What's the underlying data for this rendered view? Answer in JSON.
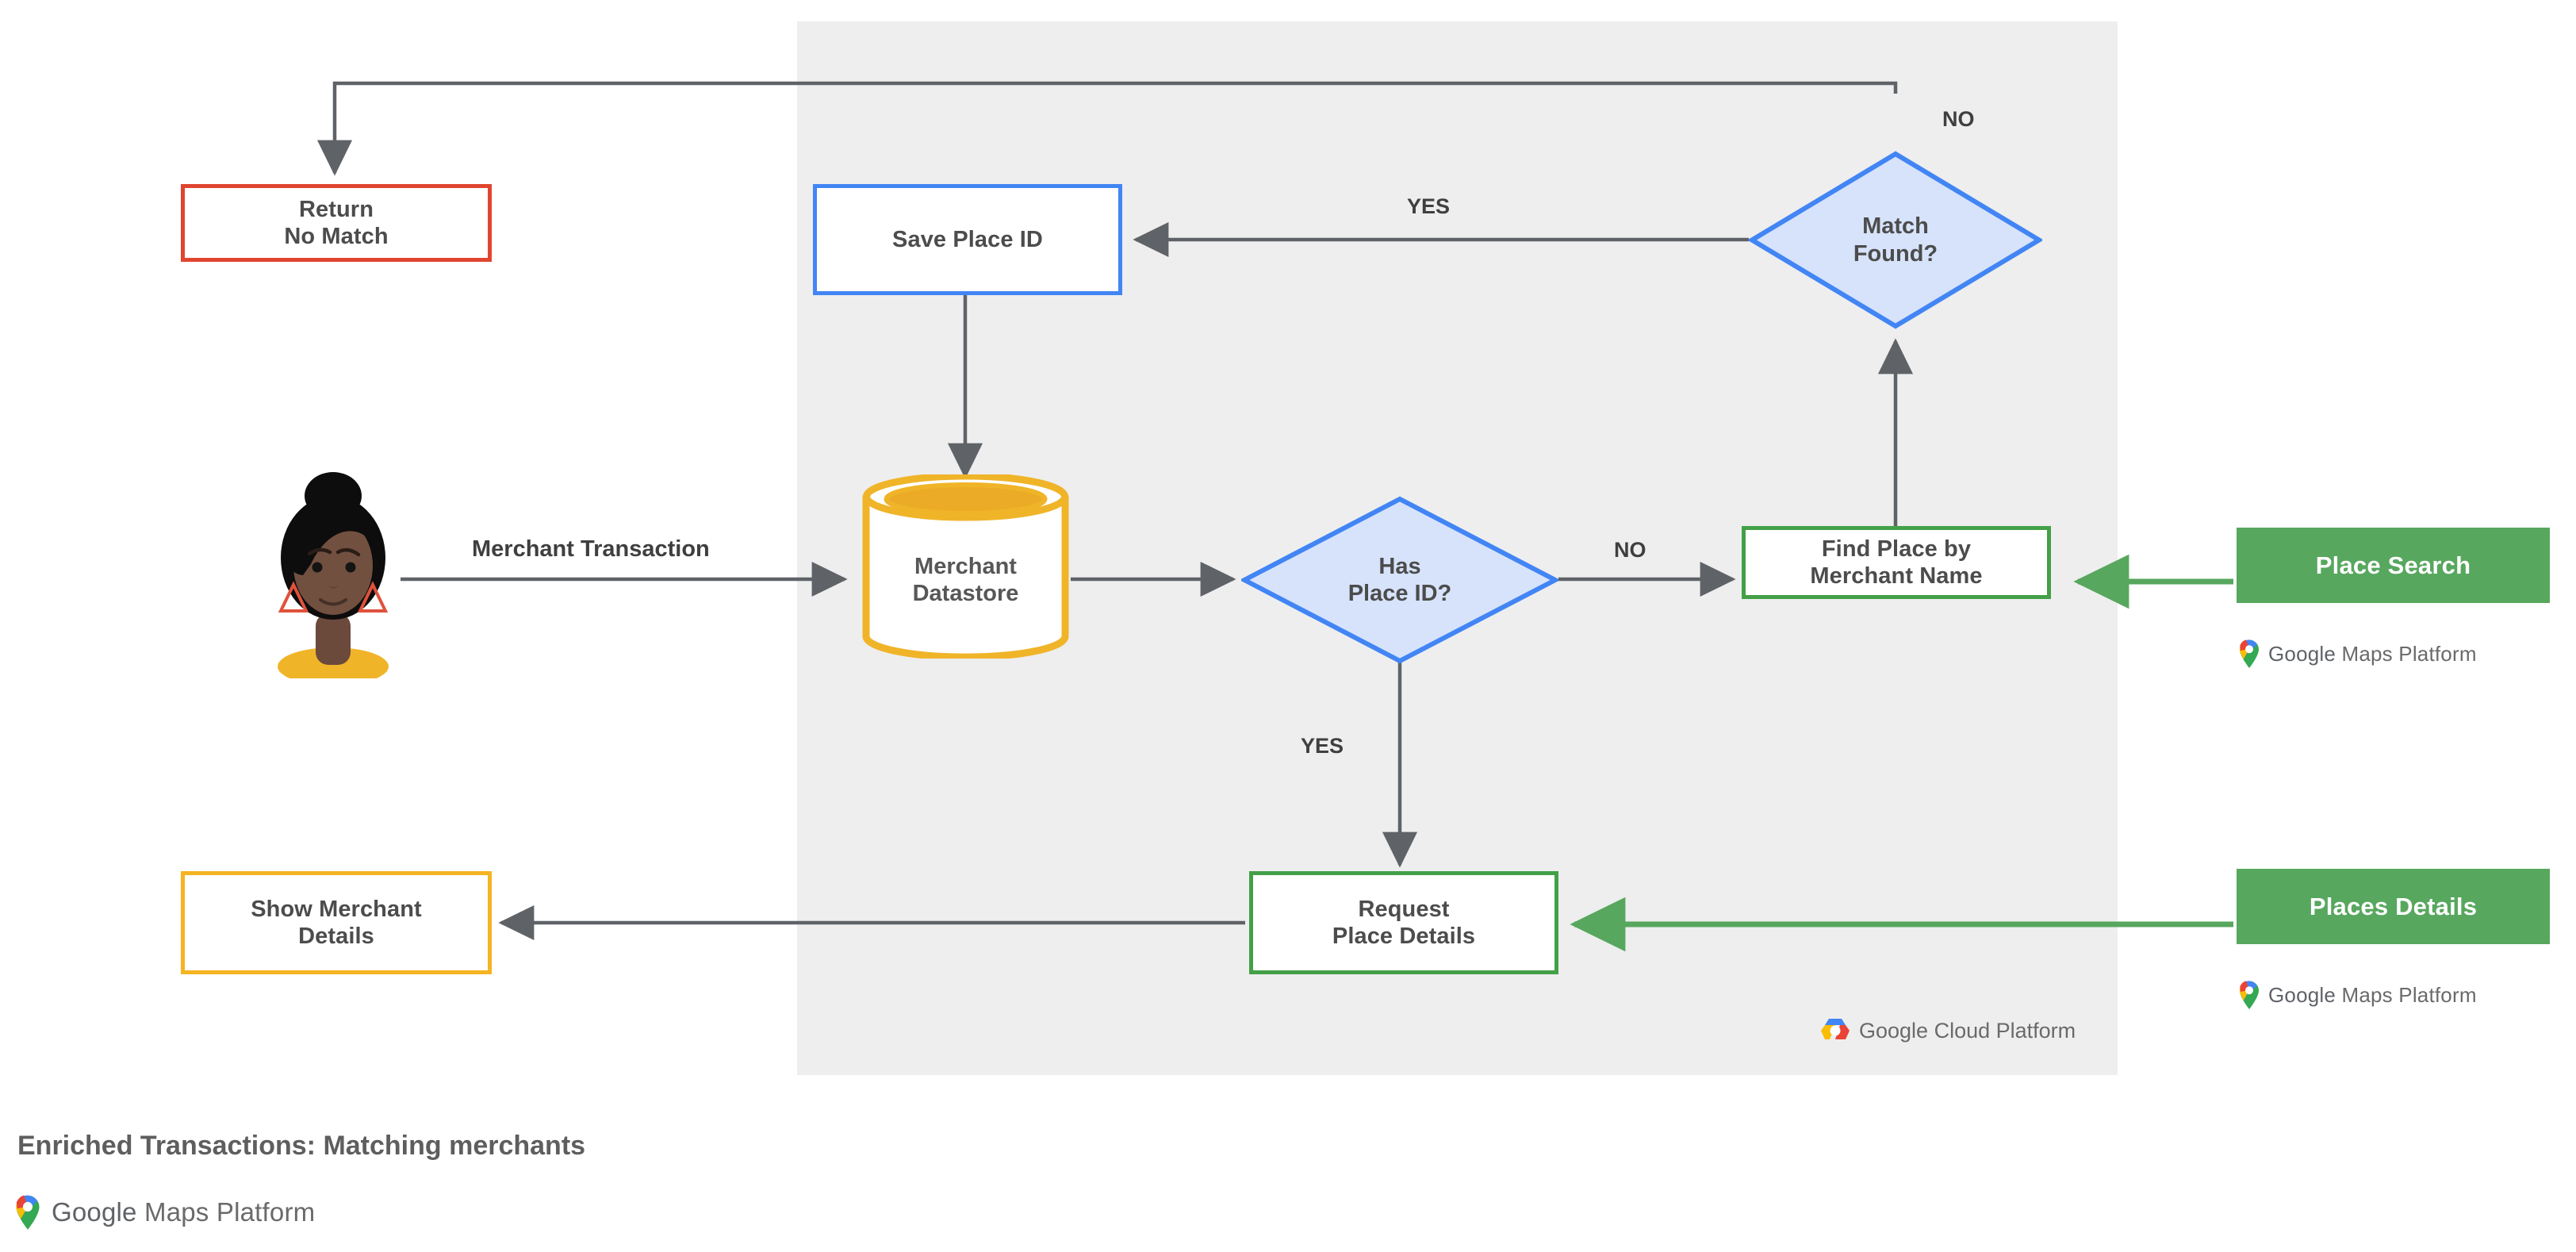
{
  "diagram": {
    "caption": "Enriched Transactions: Matching merchants",
    "panel_label": "google-cloud-platform-region",
    "colors": {
      "panel_bg": "#eeeeee",
      "red": "#e0452f",
      "blue": "#4285f4",
      "blue_fill": "#d7e3fb",
      "green": "#43a047",
      "green_button": "#57a75e",
      "amber": "#f5b422",
      "arrow_gray": "#5f6368",
      "text_gray": "#4c4c4c"
    }
  },
  "nodes": {
    "return_no_match": "Return\nNo Match",
    "save_place_id": "Save Place ID",
    "match_found": "Match\nFound?",
    "merchant_datastore": "Merchant\nDatastore",
    "has_place_id": "Has\nPlace ID?",
    "find_place_by_merchant_name": "Find Place by\nMerchant Name",
    "request_place_details": "Request\nPlace Details",
    "show_merchant_details": "Show Merchant\nDetails"
  },
  "products": {
    "place_search": "Place Search",
    "places_details": "Places Details"
  },
  "edge_labels": {
    "merchant_transaction": "Merchant Transaction",
    "match_found_no": "NO",
    "match_found_yes": "YES",
    "has_place_id_no": "NO",
    "has_place_id_yes": "YES"
  },
  "logos": {
    "gmp_google": "Google",
    "gmp_suffix": "Maps Platform",
    "gcp_google": "Google",
    "gcp_suffix": "Cloud Platform",
    "pin_icon": "google-maps-pin-icon",
    "hex_icon": "google-cloud-hexagon-icon",
    "avatar_icon": "user-avatar-icon"
  }
}
